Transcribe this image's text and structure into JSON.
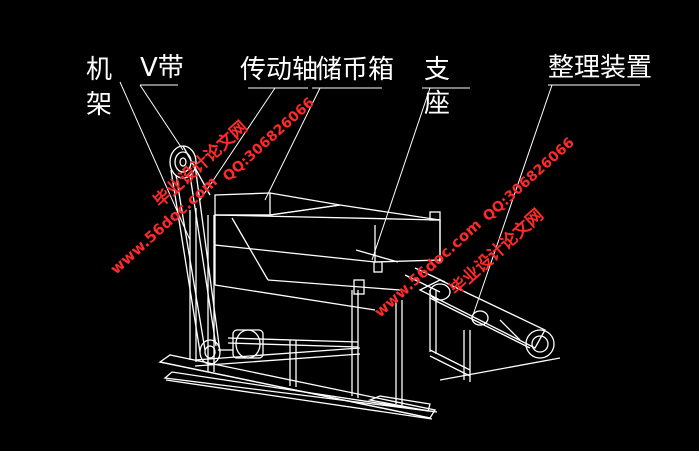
{
  "labels": {
    "frame_1": "机",
    "frame_2": "架",
    "v_belt": "V带",
    "drive_shaft": "传动轴",
    "coin_box": "储币箱",
    "support_1": "支",
    "support_2": "座",
    "sorting_device": "整理装置"
  },
  "watermarks": {
    "site_cn": "毕业设计论文网",
    "site_url": "www.56doc.com",
    "qq": "QQ:306826066"
  },
  "colors": {
    "background": "#000000",
    "lines": "#ffffff",
    "watermark": "#ff2a2a"
  }
}
